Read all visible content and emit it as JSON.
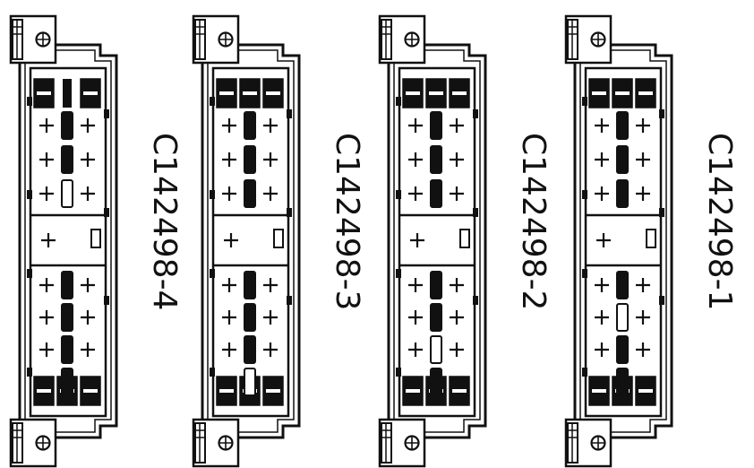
{
  "connectors": [
    {
      "label": "C142498-4",
      "upper_fill": [
        0,
        1,
        1,
        1,
        0,
        0
      ],
      "lower_fill": [
        1,
        1,
        1,
        1
      ]
    },
    {
      "label": "C142498-3",
      "upper_fill": [
        1,
        1,
        1,
        1,
        1,
        1
      ],
      "lower_fill": [
        1,
        1,
        1,
        0
      ]
    },
    {
      "label": "C142498-2",
      "upper_fill": [
        1,
        1,
        1,
        1,
        1,
        1
      ],
      "lower_fill": [
        1,
        1,
        0,
        1
      ]
    },
    {
      "label": "C142498-1",
      "upper_fill": [
        1,
        0,
        1,
        1,
        1,
        1
      ],
      "lower_fill": [
        1,
        0,
        1,
        1
      ]
    }
  ],
  "colors": {
    "ink": "#111111",
    "paper": "#ffffff"
  }
}
